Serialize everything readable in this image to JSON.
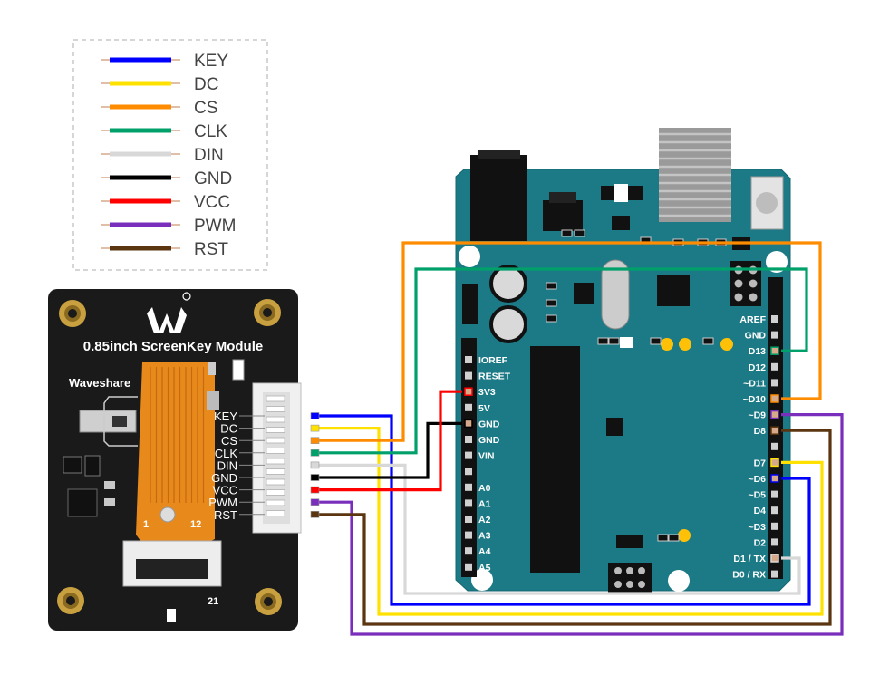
{
  "legend": [
    {
      "label": "KEY",
      "color": "#0000ff"
    },
    {
      "label": "DC",
      "color": "#ffe100"
    },
    {
      "label": "CS",
      "color": "#ff8c00"
    },
    {
      "label": "CLK",
      "color": "#00a06a"
    },
    {
      "label": "DIN",
      "color": "#d8d8d8"
    },
    {
      "label": "GND",
      "color": "#000000"
    },
    {
      "label": "VCC",
      "color": "#ff0000"
    },
    {
      "label": "PWM",
      "color": "#7a2ebc"
    },
    {
      "label": "RST",
      "color": "#5a3510"
    }
  ],
  "module": {
    "title": "0.85inch ScreenKey Module",
    "brand": "Waveshare",
    "pins": [
      "KEY",
      "DC",
      "CS",
      "CLK",
      "DIN",
      "GND",
      "VCC",
      "PWM",
      "RST"
    ],
    "fpc_num_left": "1",
    "fpc_num_right": "12",
    "fpc_num_bottom": "21"
  },
  "arduino": {
    "board_color": "#1c7a86",
    "left_header": [
      "IOREF",
      "RESET",
      "3V3",
      "5V",
      "GND",
      "GND",
      "VIN",
      "",
      "A0",
      "A1",
      "A2",
      "A3",
      "A4",
      "A5"
    ],
    "right_header": [
      "AREF",
      "GND",
      "D13",
      "D12",
      "~D11",
      "~D10",
      "~D9",
      "D8",
      "",
      "D7",
      "~D6",
      "~D5",
      "D4",
      "~D3",
      "D2",
      "D1 / TX",
      "D0 / RX"
    ]
  },
  "connections": [
    {
      "module_pin": "KEY",
      "arduino_pin": "~D6",
      "color": "#0000ff"
    },
    {
      "module_pin": "DC",
      "arduino_pin": "D7",
      "color": "#ffe100"
    },
    {
      "module_pin": "CS",
      "arduino_pin": "~D10",
      "color": "#ff8c00"
    },
    {
      "module_pin": "CLK",
      "arduino_pin": "D13",
      "color": "#00a06a"
    },
    {
      "module_pin": "DIN",
      "arduino_pin": "D1 / TX",
      "color": "#d8d8d8"
    },
    {
      "module_pin": "GND",
      "arduino_pin": "GND",
      "color": "#000000"
    },
    {
      "module_pin": "VCC",
      "arduino_pin": "3V3",
      "color": "#ff0000"
    },
    {
      "module_pin": "PWM",
      "arduino_pin": "~D9",
      "color": "#7a2ebc"
    },
    {
      "module_pin": "RST",
      "arduino_pin": "D8",
      "color": "#5a3510"
    }
  ]
}
